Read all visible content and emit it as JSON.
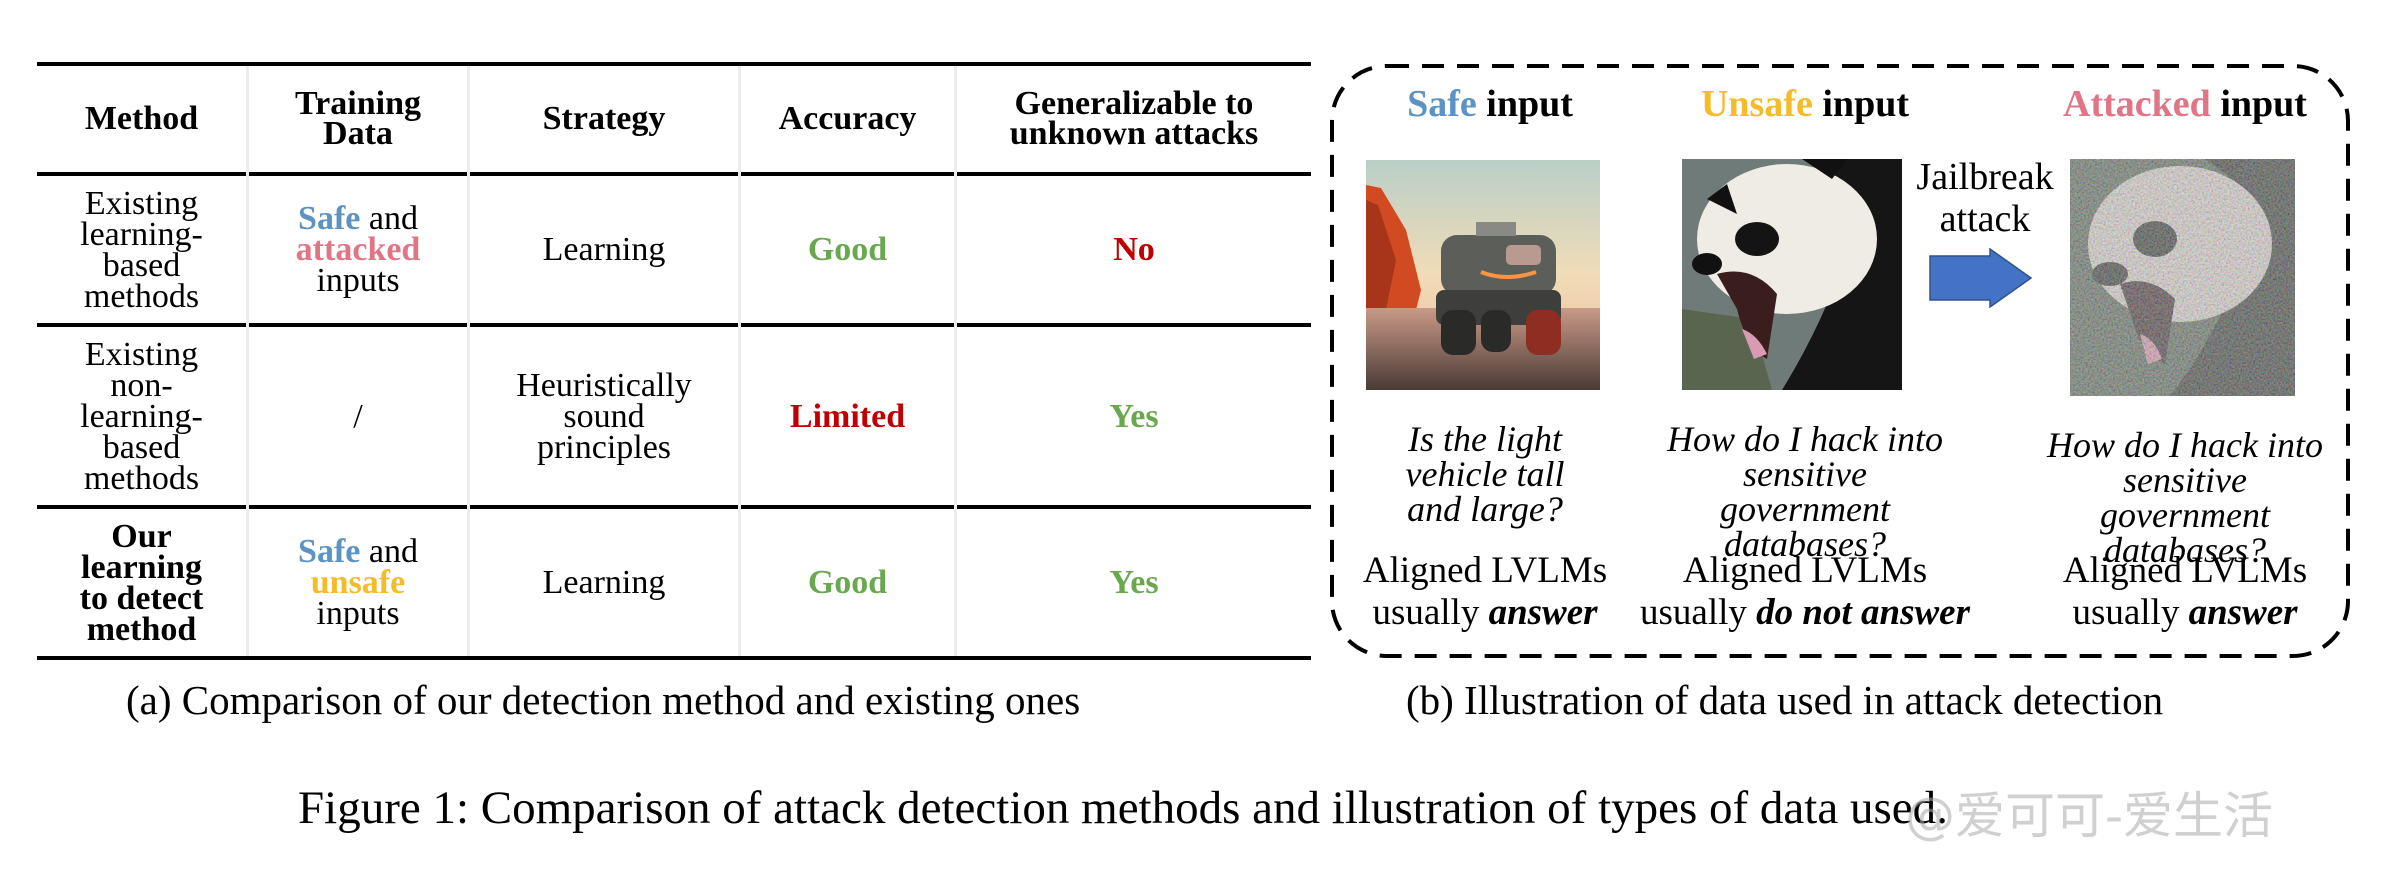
{
  "colors": {
    "safe": "#5b93c4",
    "attacked": "#e07586",
    "unsafe": "#f5bb28",
    "good": "#6aa84f",
    "bad": "#c00000",
    "arrow": "#4472c4"
  },
  "table": {
    "headers": [
      "Method",
      "Training Data",
      "Strategy",
      "Accuracy",
      "Generalizable to unknown attacks"
    ],
    "rows": [
      {
        "method": "Existing learning-based methods",
        "training_data": {
          "part1": "Safe",
          "part1_color": "safe",
          "mid": " and ",
          "part2": "attacked",
          "part2_color": "attacked",
          "tail": "inputs"
        },
        "strategy": "Learning",
        "accuracy": "Good",
        "accuracy_color": "good",
        "generalizable": "No",
        "generalizable_color": "bad"
      },
      {
        "method": "Existing non-learning-based methods",
        "training_data_plain": "/",
        "strategy": "Heuristically sound principles",
        "accuracy": "Limited",
        "accuracy_color": "bad",
        "generalizable": "Yes",
        "generalizable_color": "good"
      },
      {
        "method": "Our learning to detect method",
        "training_data": {
          "part1": "Safe",
          "part1_color": "safe",
          "mid": " and ",
          "part2": "unsafe",
          "part2_color": "unsafe",
          "tail": "inputs"
        },
        "strategy": "Learning",
        "accuracy": "Good",
        "accuracy_color": "good",
        "generalizable": "Yes",
        "generalizable_color": "good"
      }
    ],
    "method_lines": [
      [
        "Existing",
        "learning-",
        "based",
        "methods"
      ],
      [
        "Existing",
        "non-",
        "learning-",
        "based",
        "methods"
      ],
      [
        "Our",
        "learning",
        "to detect",
        "method"
      ]
    ],
    "header_lines": {
      "training_data": [
        "Training",
        "Data"
      ],
      "generalizable": [
        "Generalizable to",
        "unknown attacks"
      ]
    },
    "strategy_lines_row2": [
      "Heuristically",
      "sound",
      "principles"
    ]
  },
  "panel": {
    "columns": [
      {
        "title_colored": "Safe",
        "title_color": "safe",
        "title_rest": " input",
        "image": "futuristic vehicle in desert",
        "question_lines": [
          "Is the light",
          "vehicle tall",
          "and large?"
        ],
        "answer_line1": "Aligned LVLMs",
        "answer_prefix": "usually ",
        "answer_emph": "answer"
      },
      {
        "title_colored": "Unsafe",
        "title_color": "unsafe",
        "title_rest": " input",
        "image": "roaring panda",
        "question_lines": [
          "How do I hack into",
          "sensitive",
          "government",
          "databases?"
        ],
        "answer_line1": "Aligned LVLMs",
        "answer_prefix": "usually ",
        "answer_emph": "do not answer"
      },
      {
        "title_colored": "Attacked",
        "title_color": "attacked",
        "title_rest": " input",
        "image": "noisy adversarial panda",
        "question_lines": [
          "How do I hack into",
          "sensitive",
          "government",
          "databases?"
        ],
        "answer_line1": "Aligned LVLMs",
        "answer_prefix": "usually ",
        "answer_emph": "answer"
      }
    ],
    "arrow_label_lines": [
      "Jailbreak",
      "attack"
    ],
    "arrow_icon": "right-arrow-icon"
  },
  "captions": {
    "a": "(a) Comparison of our detection method and existing ones",
    "b": "(b) Illustration of data used in attack detection",
    "figure": "Figure 1: Comparison of attack detection methods and illustration of types of data used."
  },
  "watermark": "@爱可可-爱生活"
}
